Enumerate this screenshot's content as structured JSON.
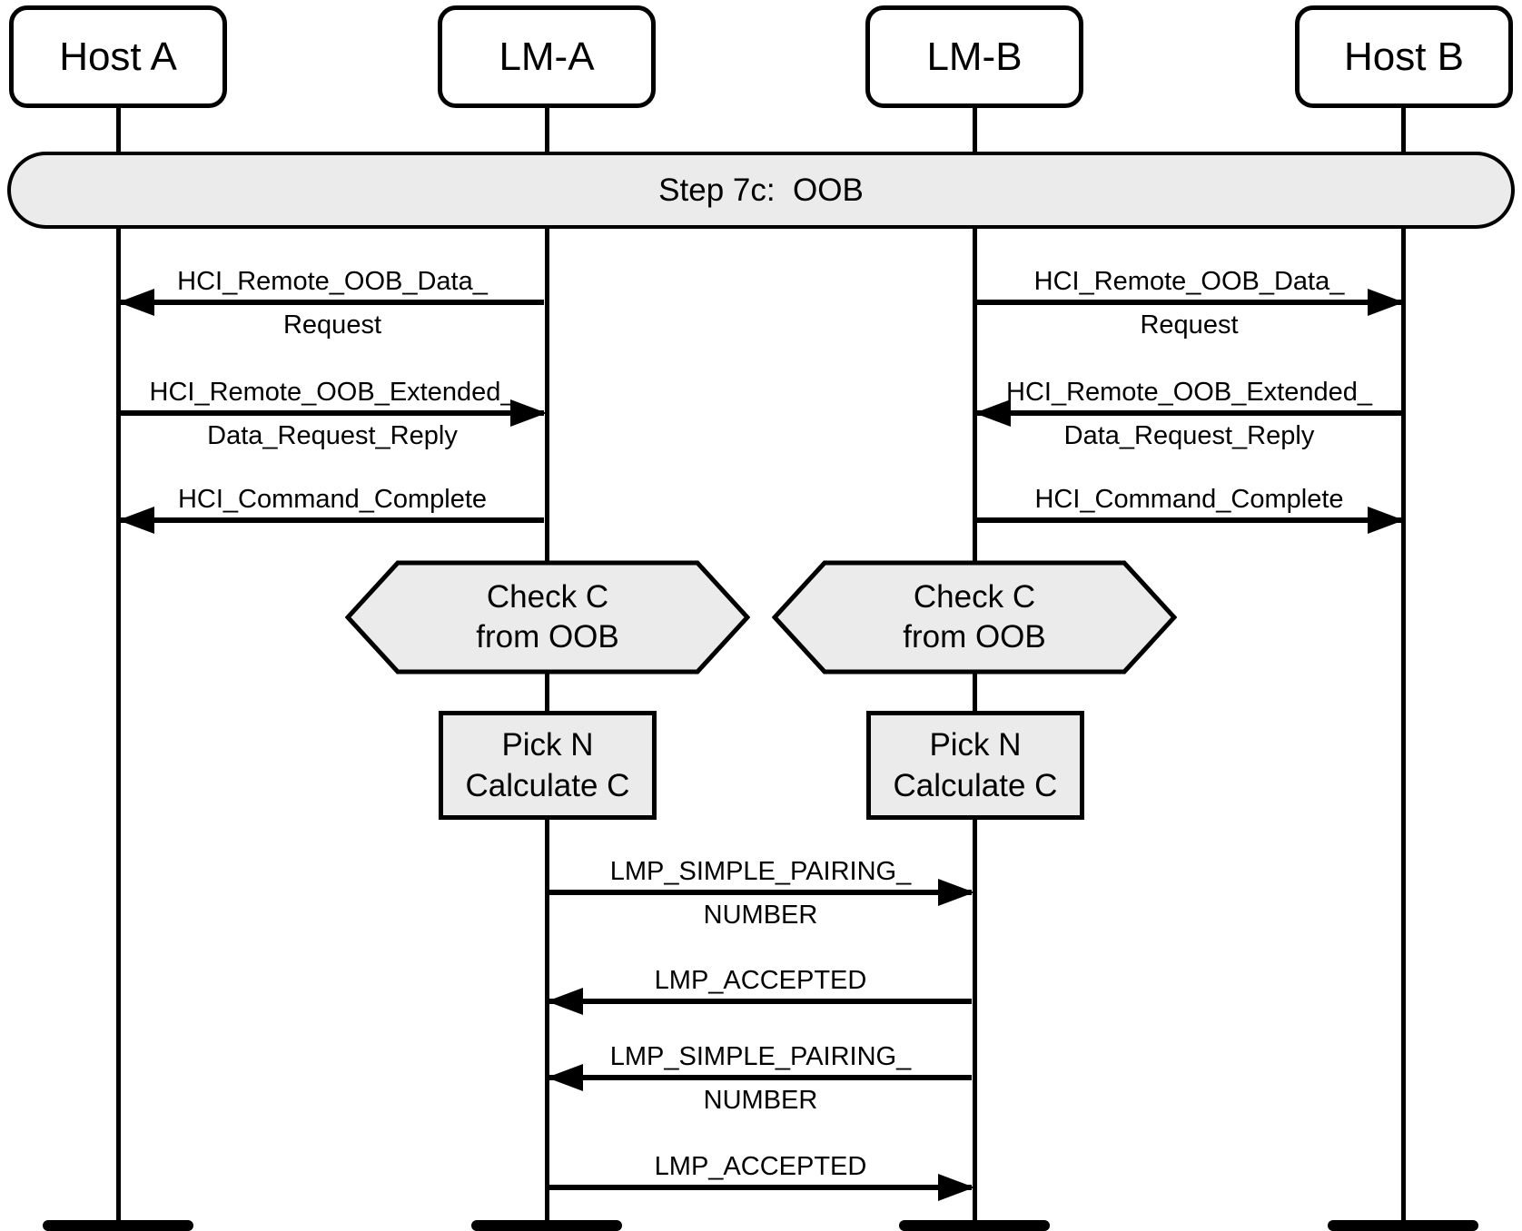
{
  "diagram": {
    "banner": {
      "label": "Step 7c:  OOB"
    },
    "actors": [
      {
        "label": "Host A"
      },
      {
        "label": "LM-A"
      },
      {
        "label": "LM-B"
      },
      {
        "label": "Host B"
      }
    ],
    "messages": [
      {
        "from": "LM-A",
        "to": "Host A",
        "line1": "HCI_Remote_OOB_Data_",
        "line2": "Request"
      },
      {
        "from": "LM-B",
        "to": "Host B",
        "line1": "HCI_Remote_OOB_Data_",
        "line2": "Request"
      },
      {
        "from": "Host A",
        "to": "LM-A",
        "line1": "HCI_Remote_OOB_Extended_",
        "line2": "Data_Request_Reply"
      },
      {
        "from": "Host B",
        "to": "LM-B",
        "line1": "HCI_Remote_OOB_Extended_",
        "line2": "Data_Request_Reply"
      },
      {
        "from": "LM-A",
        "to": "Host A",
        "line1": "HCI_Command_Complete"
      },
      {
        "from": "LM-B",
        "to": "Host B",
        "line1": "HCI_Command_Complete"
      },
      {
        "from": "LM-A",
        "to": "LM-B",
        "line1": "LMP_SIMPLE_PAIRING_",
        "line2": "NUMBER"
      },
      {
        "from": "LM-B",
        "to": "LM-A",
        "line1": "LMP_ACCEPTED"
      },
      {
        "from": "LM-B",
        "to": "LM-A",
        "line1": "LMP_SIMPLE_PAIRING_",
        "line2": "NUMBER"
      },
      {
        "from": "LM-A",
        "to": "LM-B",
        "line1": "LMP_ACCEPTED"
      }
    ],
    "processes": {
      "check": {
        "line1": "Check C",
        "line2": "from OOB"
      },
      "pick": {
        "line1": "Pick N",
        "line2": "Calculate C"
      }
    },
    "colors": {
      "fill": "#ebebeb",
      "stroke": "#000000",
      "background": "#ffffff"
    }
  }
}
